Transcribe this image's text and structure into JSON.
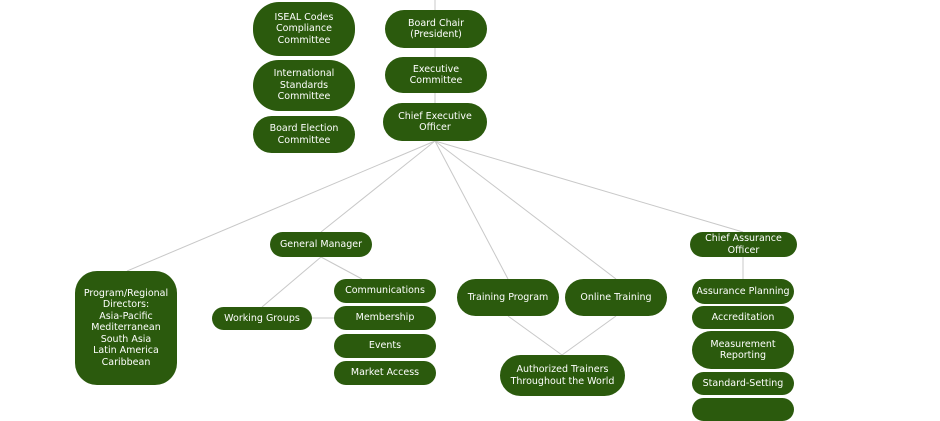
{
  "colors": {
    "node_fill": "#2b5a0d",
    "node_text": "#ffffff",
    "edge": "#c8c8c8",
    "background": "#ffffff"
  },
  "nodes": {
    "iseal": "ISEAL Codes\nCompliance\nCommittee",
    "intl_standards": "International\nStandards Committee",
    "board_election": "Board Election\nCommittee",
    "board_chair": "Board Chair\n(President)",
    "executive_committee": "Executive Committee",
    "ceo": "Chief Executive Officer",
    "general_manager": "General Manager",
    "chief_assurance": "Chief Assurance Officer",
    "program_directors": "Program/Regional\nDirectors:\nAsia-Pacific\nMediterranean\nSouth Asia\nLatin America\nCaribbean",
    "working_groups": "Working Groups",
    "communications": "Communications",
    "membership": "Membership",
    "events": "Events",
    "market_access": "Market Access",
    "training_program": "Training Program",
    "online_training": "Online Training",
    "authorized_trainers": "Authorized Trainers\nThroughout the World",
    "assurance_planning": "Assurance Planning",
    "accreditation": "Accreditation",
    "measurement_reporting": "Measurement\nReporting",
    "standard_setting": "Standard-Setting"
  }
}
